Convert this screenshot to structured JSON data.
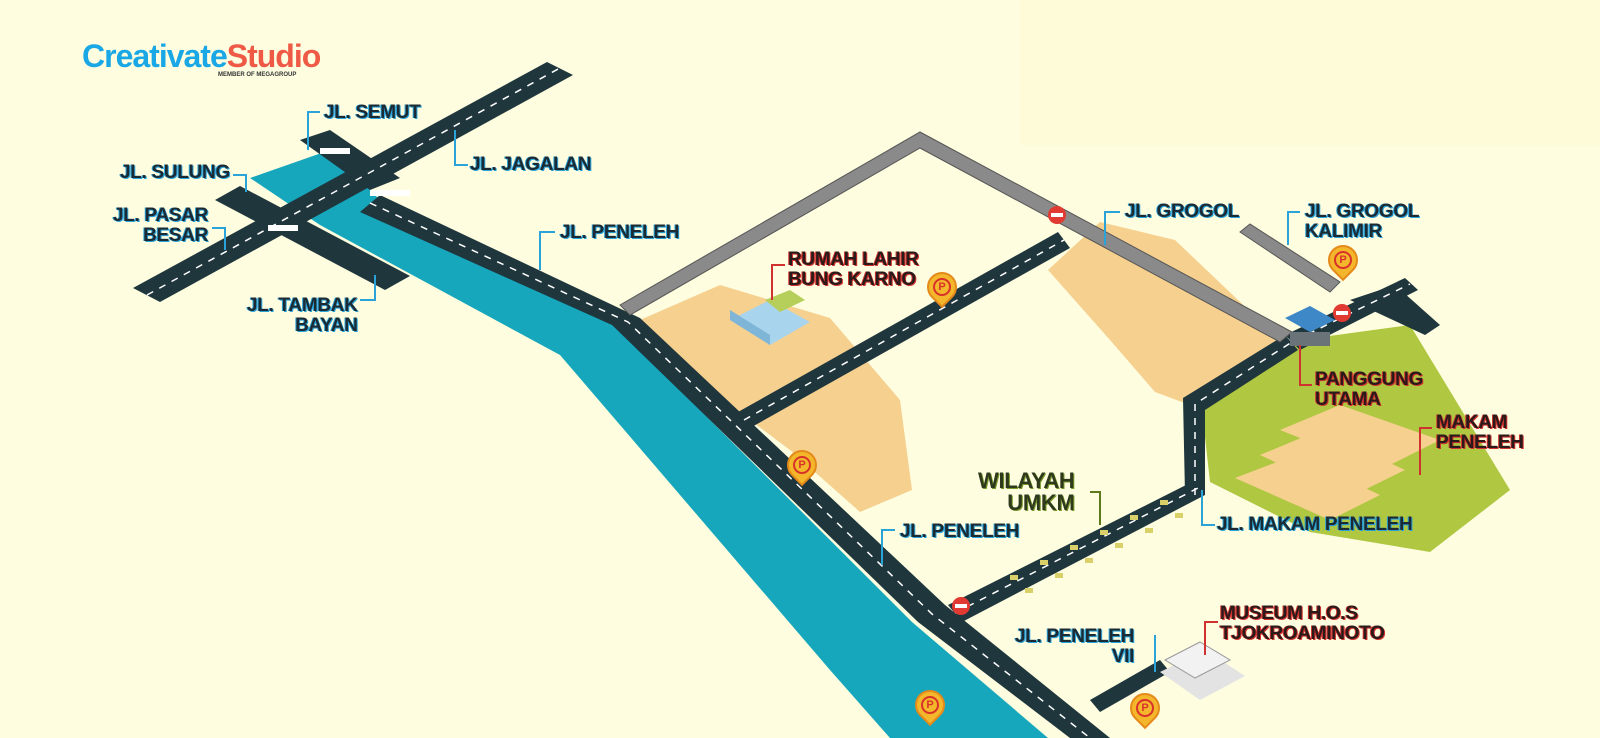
{
  "logo": {
    "name_part1": "Creativate",
    "name_part2": "Studio",
    "member": "MEMBER OF MEGAGROUP"
  },
  "streets": {
    "semut": "JL. SEMUT",
    "jagalan": "JL. JAGALAN",
    "sulung": "JL. SULUNG",
    "pasar_besar_1": "JL. PASAR",
    "pasar_besar_2": "BESAR",
    "tambak_bayan_1": "JL. TAMBAK",
    "tambak_bayan_2": "BAYAN",
    "peneleh_top": "JL. PENELEH",
    "peneleh_mid": "JL. PENELEH",
    "grogol": "JL. GROGOL",
    "grogol_kalimir_1": "JL. GROGOL",
    "grogol_kalimir_2": "KALIMIR",
    "makam_peneleh": "JL. MAKAM PENELEH",
    "peneleh_vii_1": "JL. PENELEH",
    "peneleh_vii_2": "VII"
  },
  "places": {
    "rumah_1": "RUMAH LAHIR",
    "rumah_2": "BUNG KARNO",
    "panggung_1": "PANGGUNG",
    "panggung_2": "UTAMA",
    "makam_1": "MAKAM",
    "makam_2": "PENELEH",
    "museum_1": "MUSEUM H.O.S",
    "museum_2": "TJOKROAMINOTO",
    "umkm_1": "WILAYAH",
    "umkm_2": "UMKM"
  },
  "parking_symbol": "P",
  "colors": {
    "background": "#fefde0",
    "road": "#1f363d",
    "river": "#17a7bd",
    "sand": "#f6d08f",
    "grass": "#b0c742",
    "wall": "#8a8a8a"
  }
}
